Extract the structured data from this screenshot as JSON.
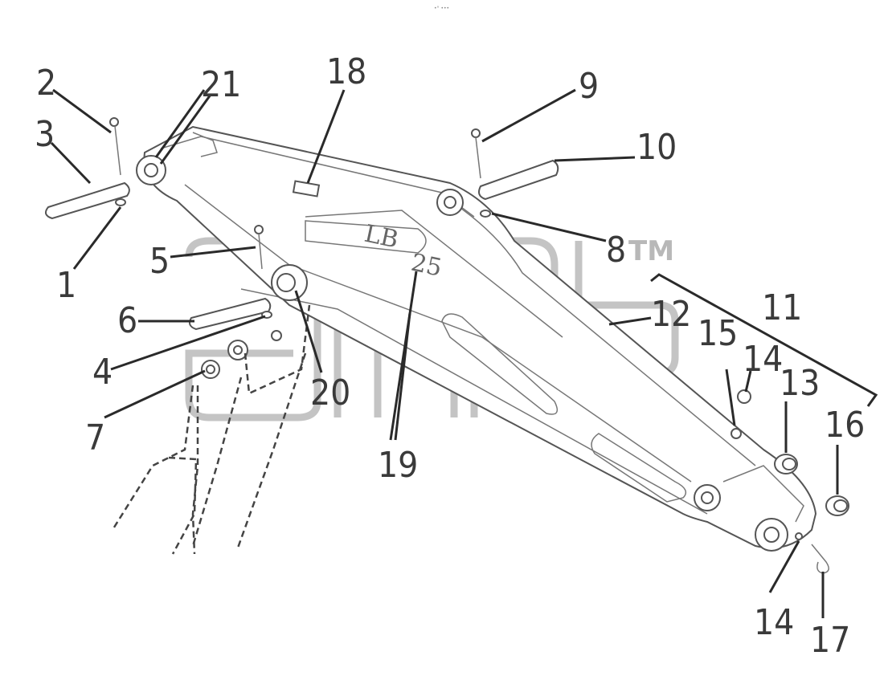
{
  "header_mark": "•° •••",
  "watermark": {
    "text": "TM"
  },
  "cast_label": {
    "line1": "LB",
    "line2": "25"
  },
  "callouts": [
    {
      "id": "c1",
      "text": "1"
    },
    {
      "id": "c2",
      "text": "2"
    },
    {
      "id": "c3",
      "text": "3"
    },
    {
      "id": "c4",
      "text": "4"
    },
    {
      "id": "c5",
      "text": "5"
    },
    {
      "id": "c6",
      "text": "6"
    },
    {
      "id": "c7",
      "text": "7"
    },
    {
      "id": "c8",
      "text": "8"
    },
    {
      "id": "c9",
      "text": "9"
    },
    {
      "id": "c10",
      "text": "10"
    },
    {
      "id": "c11",
      "text": "11"
    },
    {
      "id": "c12",
      "text": "12"
    },
    {
      "id": "c13",
      "text": "13"
    },
    {
      "id": "c14a",
      "text": "14"
    },
    {
      "id": "c14b",
      "text": "14"
    },
    {
      "id": "c15",
      "text": "15"
    },
    {
      "id": "c16",
      "text": "16"
    },
    {
      "id": "c17",
      "text": "17"
    },
    {
      "id": "c18",
      "text": "18"
    },
    {
      "id": "c19",
      "text": "19"
    },
    {
      "id": "c20",
      "text": "20"
    },
    {
      "id": "c21",
      "text": "21"
    }
  ]
}
